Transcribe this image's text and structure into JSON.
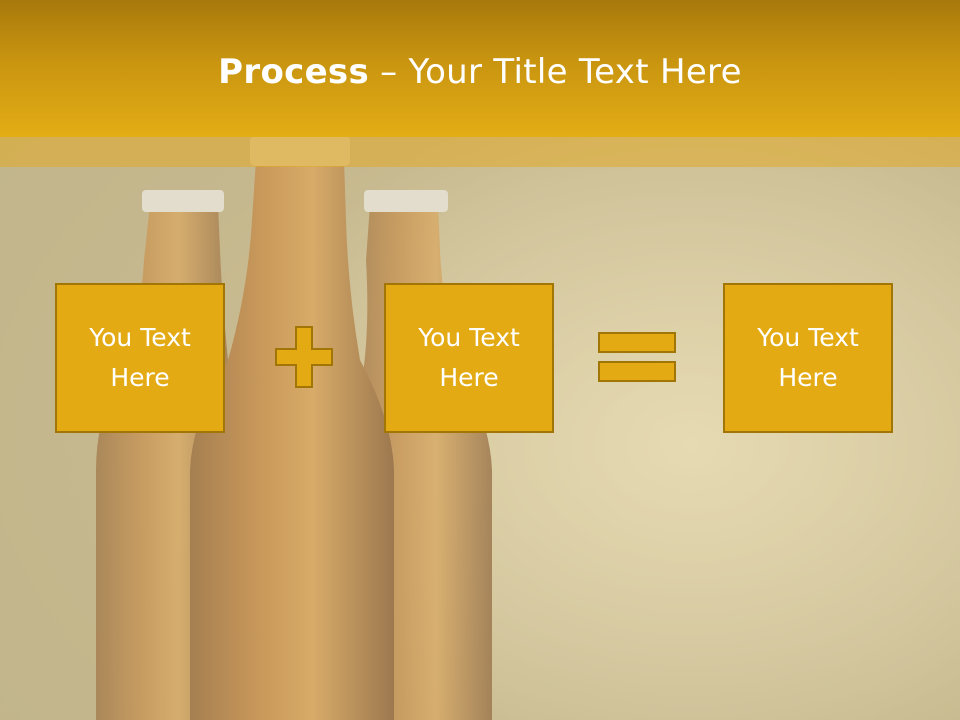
{
  "slide": {
    "title_bold": "Process",
    "title_rest": " – Your Title Text Here",
    "boxes": [
      {
        "text": "You Text Here"
      },
      {
        "text": "You Text Here"
      },
      {
        "text": "You Text Here"
      }
    ],
    "operators": [
      "plus-icon",
      "equals-icon"
    ]
  },
  "colors": {
    "header": "#e3ad15",
    "box_fill": "#e3aa14",
    "box_border": "#a17606",
    "text": "#ffffff"
  }
}
